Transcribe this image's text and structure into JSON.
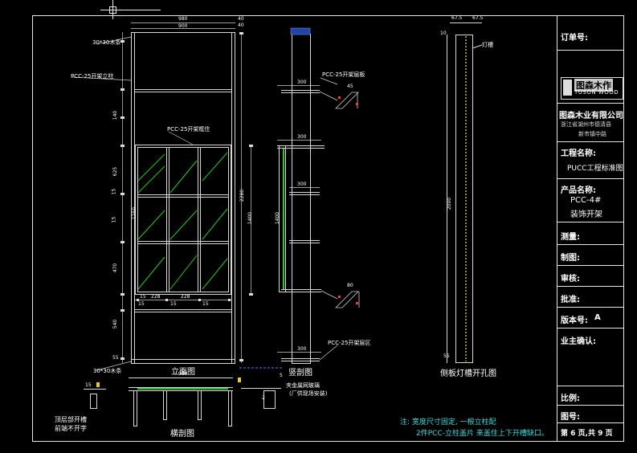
{
  "title_block": {
    "order_no": "订单号:",
    "logo_cn": "图森木作",
    "logo_en": "TUSON WOOD",
    "company": "图森木业有限公司",
    "address_1": "浙江省湖州市德清县",
    "address_2": "新市镇中路",
    "project_label": "工程名称:",
    "project_name": "PUCC工程标准图",
    "product_label": "产品名称:",
    "product_code": "PCC-4#",
    "product_name": "装饰开架",
    "measure": "测量:",
    "draw": "制图:",
    "review": "审核:",
    "approve": "批准:",
    "version_label": "版本号:",
    "version": "A",
    "owner_confirm": "业主确认:",
    "scale": "比例:",
    "drawing_no": "图号:",
    "page_info": "第 6 页,共 9 页"
  },
  "labels": {
    "wood_top": "30*30木条",
    "wood_bottom": "30*30木条",
    "pcc_post": "PCC-25开架立柱",
    "pcc_frame": "PCC-25开架框住",
    "pcc_shelf": "PCC-25开架层板",
    "pcc_bottom": "PCC-25开架层区",
    "light_slot": "灯槽",
    "glass_note_1": "夹金属网玻璃",
    "glass_note_2": "(厂供现场安装)",
    "bottom_note_1": "顶层部开槽",
    "bottom_note_2": "前端不开字",
    "view_front": "立面图",
    "view_section": "竖剖图",
    "view_plan": "横剖图",
    "view_side": "侧板灯槽开孔图",
    "note_1": "注: 宽度尺寸固定, 一根立柱配",
    "note_2": "2件PCC-立柱盖片 来盖住上下开槽缺口。"
  },
  "dims": {
    "w1": "980",
    "w2": "900",
    "top_h": "40",
    "side_40": "40",
    "d1": "300",
    "d2": "300",
    "d3": "300",
    "d4": "300",
    "s1": "67.5",
    "s2": "67.5",
    "s3": "10",
    "v1": "140",
    "v2": "470",
    "v3": "625",
    "v4": "1400",
    "v5": "1250",
    "v6": "540",
    "v7": "15",
    "v8": "15",
    "v9": "15",
    "v10": "15",
    "v11": "55",
    "v12": "55",
    "v13": "2000",
    "v14": "2280",
    "h1": "228",
    "h2": "228",
    "h3": "15",
    "h4": "15",
    "h5": "15",
    "h6": "15",
    "p1": "300",
    "p2": "2",
    "p3": "5",
    "p4": "80",
    "p5": "45",
    "p6": "15"
  }
}
